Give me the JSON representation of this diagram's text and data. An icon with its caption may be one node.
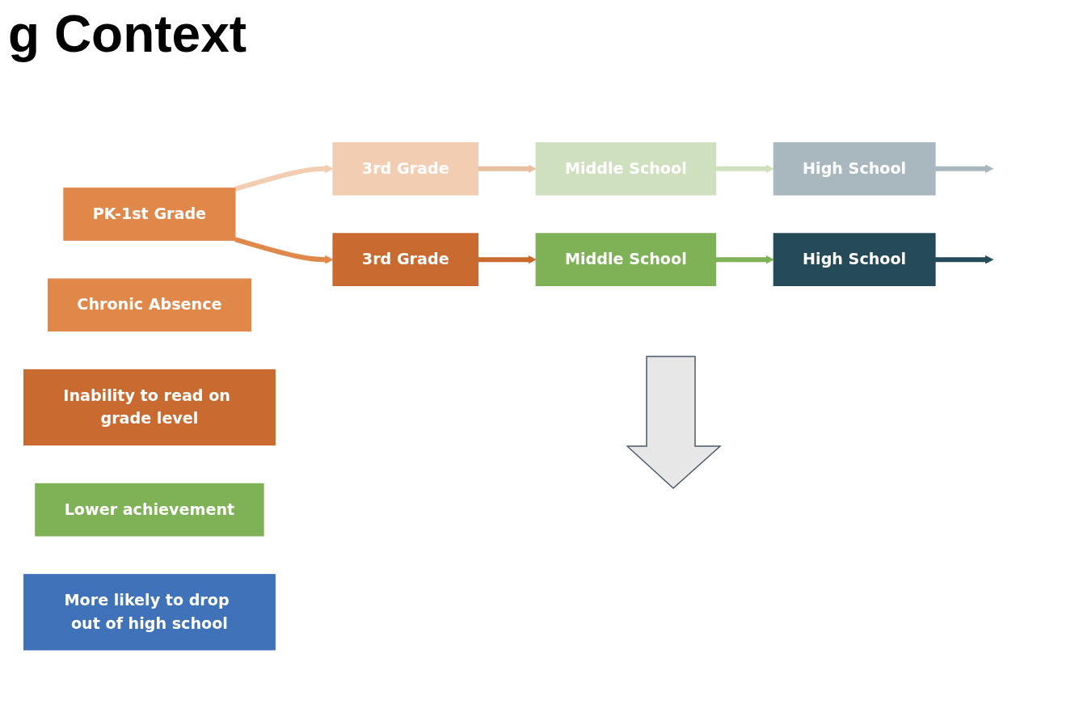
{
  "diagram": {
    "title": "g Context",
    "nodes": [
      {
        "text": [
          "PK-1st Grade"
        ]
      },
      {
        "text": [
          "3rd Grade"
        ]
      },
      {
        "text": [
          "Middle School"
        ]
      },
      {
        "text": [
          "High School"
        ]
      },
      {
        "text": [
          "Chronic Absence"
        ]
      },
      {
        "text": [
          "3rd Grade"
        ]
      },
      {
        "text": [
          "Inability to read on grade level"
        ]
      },
      {
        "text": [
          "Middle School"
        ]
      },
      {
        "text": [
          "Lower achievement"
        ]
      },
      {
        "text": [
          "High School"
        ]
      },
      {
        "text": [
          "More likely to drop out of high school"
        ]
      }
    ],
    "edges": [
      {
        "from": 0,
        "to": 1,
        "arrow": "to",
        "color": "#f2cdb2"
      },
      {
        "from": 1,
        "to": 2,
        "arrow": "to",
        "color": "#e9bfa2"
      },
      {
        "from": 2,
        "to": 3,
        "arrow": "to",
        "color": "#cfe0bf"
      },
      {
        "from": 3,
        "to": null,
        "arrow": "to",
        "color": "#a9b8bf"
      },
      {
        "from": 0,
        "to": 5,
        "arrow": "to",
        "color": "#e0874a"
      },
      {
        "from": 5,
        "to": 7,
        "arrow": "to",
        "color": "#c96a30"
      },
      {
        "from": 7,
        "to": 9,
        "arrow": "to",
        "color": "#7fb156"
      },
      {
        "from": 9,
        "to": null,
        "arrow": "to",
        "color": "#254a58"
      }
    ]
  }
}
